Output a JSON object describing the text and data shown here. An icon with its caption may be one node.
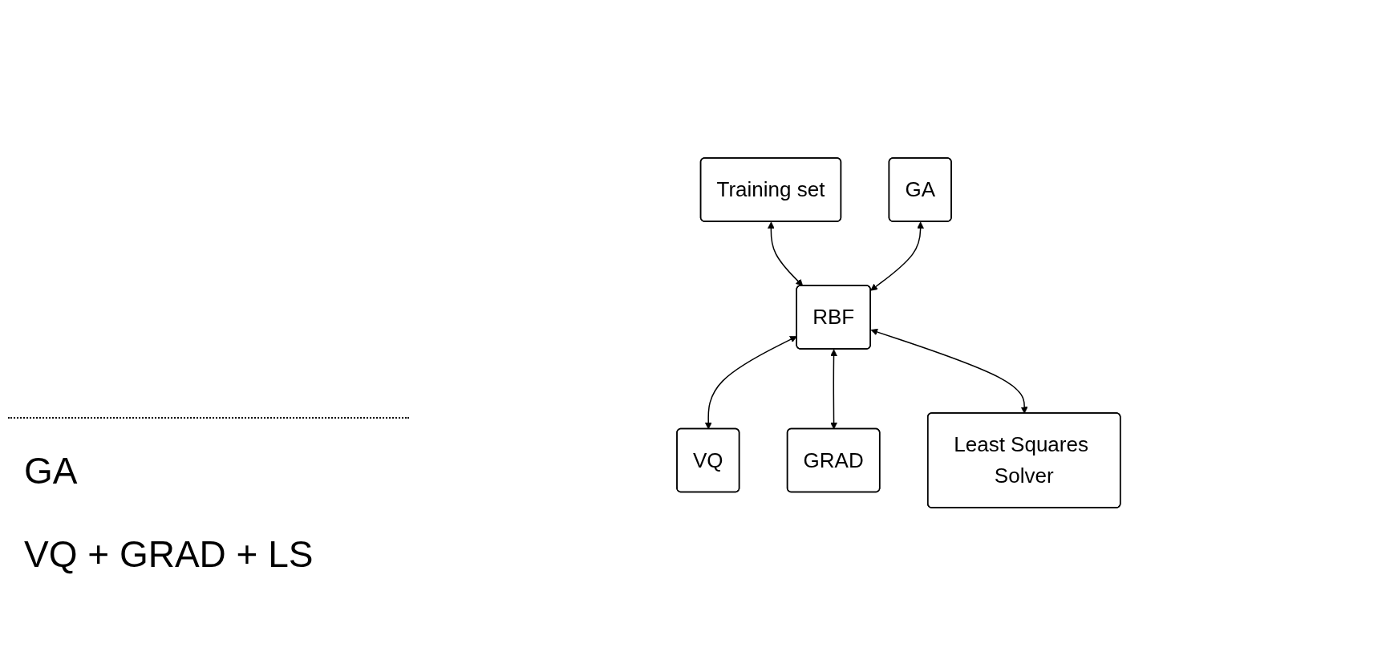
{
  "diagram": {
    "nodes": [
      {
        "text": [
          "Training set"
        ]
      },
      {
        "text": [
          "RBF"
        ]
      },
      {
        "text": [
          "GA"
        ]
      },
      {
        "text": [
          "VQ"
        ]
      },
      {
        "text": [
          "GRAD"
        ]
      },
      {
        "text": [
          "Least Squares Solver"
        ]
      }
    ],
    "edges": [
      {
        "from": 0,
        "to": 1,
        "arrow": "both"
      },
      {
        "from": 2,
        "to": 1,
        "arrow": "both"
      },
      {
        "from": 1,
        "to": 3,
        "arrow": "both"
      },
      {
        "from": 1,
        "to": 4,
        "arrow": "both"
      },
      {
        "from": 1,
        "to": 5,
        "arrow": "both"
      }
    ],
    "labels": [
      "GA",
      "VQ + GRAD + LS"
    ]
  }
}
